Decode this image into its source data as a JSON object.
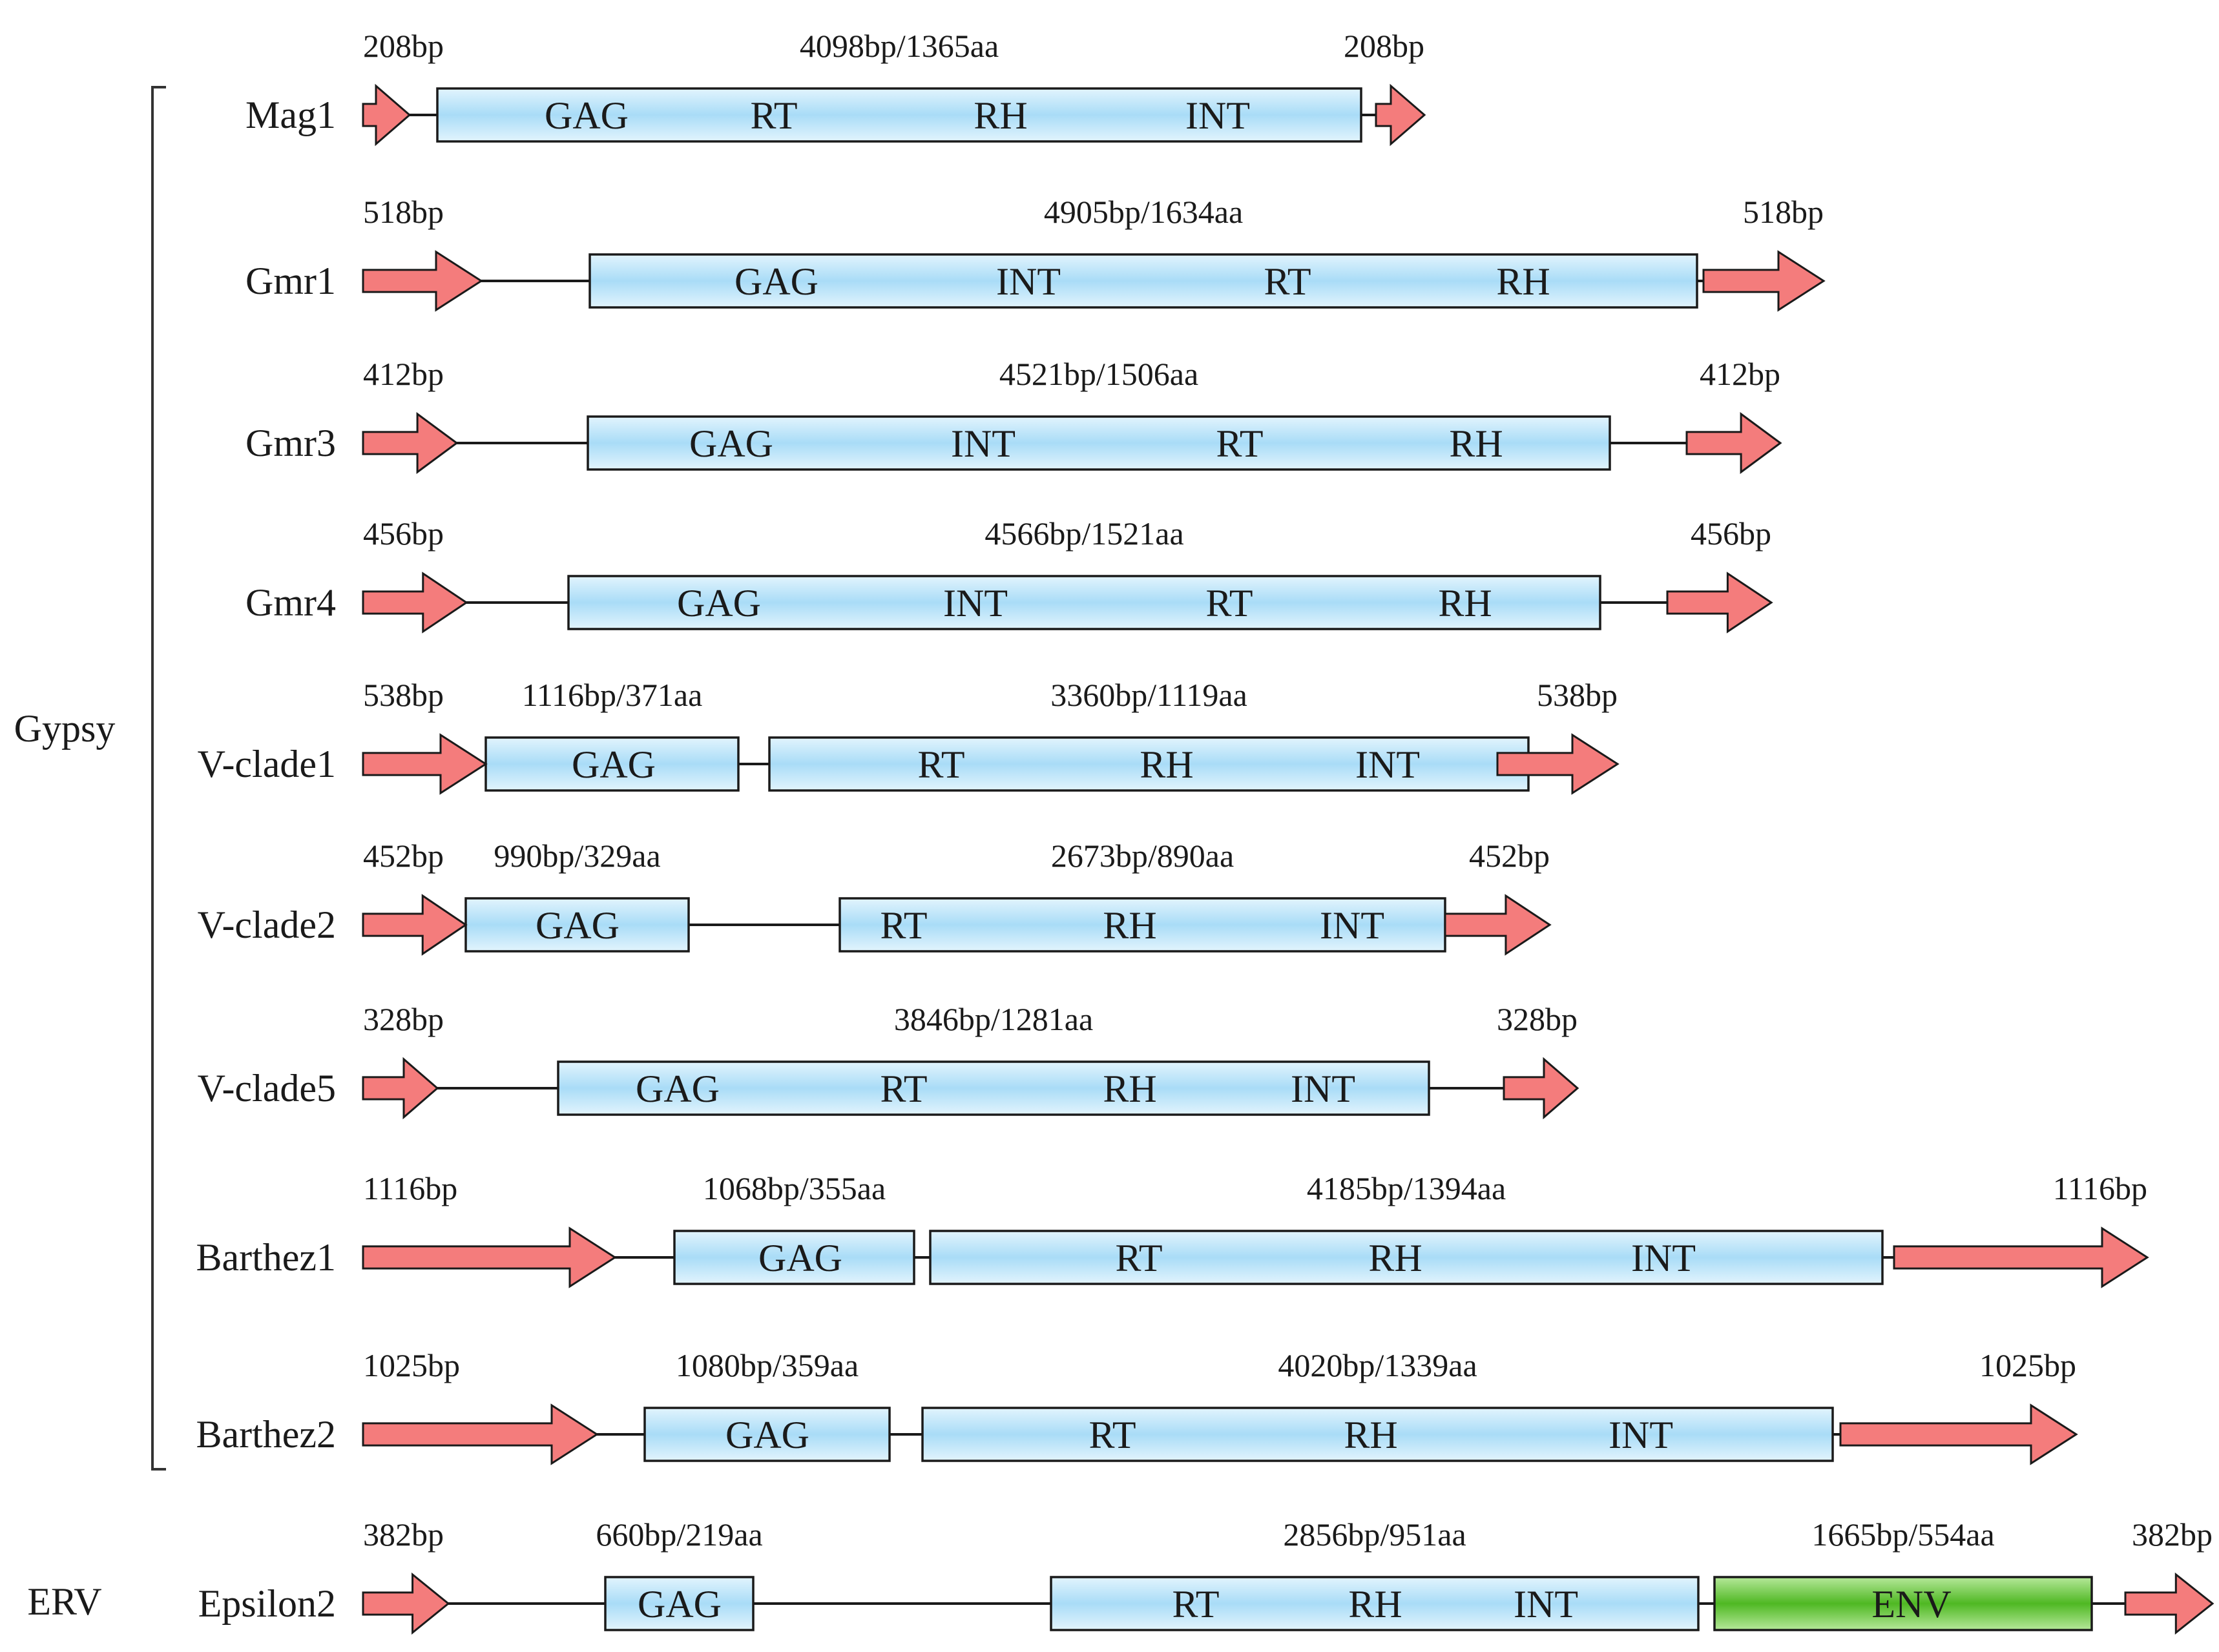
{
  "colors": {
    "ltr": "#f47c7c",
    "orf": "#bfe4fa",
    "env": "#63c234",
    "outline": "#1a1a1a"
  },
  "groups": [
    {
      "label": "Gypsy"
    },
    {
      "label": "ERV"
    }
  ],
  "elements": [
    {
      "name": "Mag1",
      "ltr_left": "208bp",
      "ltr_right": "208bp",
      "orfs": [
        {
          "size": "4098bp/1365aa",
          "domains": [
            "GAG",
            "RT",
            "RH",
            "INT"
          ],
          "kind": "orf"
        }
      ]
    },
    {
      "name": "Gmr1",
      "ltr_left": "518bp",
      "ltr_right": "518bp",
      "orfs": [
        {
          "size": "4905bp/1634aa",
          "domains": [
            "GAG",
            "INT",
            "RT",
            "RH"
          ],
          "kind": "orf"
        }
      ]
    },
    {
      "name": "Gmr3",
      "ltr_left": "412bp",
      "ltr_right": "412bp",
      "orfs": [
        {
          "size": "4521bp/1506aa",
          "domains": [
            "GAG",
            "INT",
            "RT",
            "RH"
          ],
          "kind": "orf"
        }
      ]
    },
    {
      "name": "Gmr4",
      "ltr_left": "456bp",
      "ltr_right": "456bp",
      "orfs": [
        {
          "size": "4566bp/1521aa",
          "domains": [
            "GAG",
            "INT",
            "RT",
            "RH"
          ],
          "kind": "orf"
        }
      ]
    },
    {
      "name": "V-clade1",
      "ltr_left": "538bp",
      "ltr_right": "538bp",
      "orfs": [
        {
          "size": "1116bp/371aa",
          "domains": [
            "GAG"
          ],
          "kind": "orf"
        },
        {
          "size": "3360bp/1119aa",
          "domains": [
            "RT",
            "RH",
            "INT"
          ],
          "kind": "orf"
        }
      ]
    },
    {
      "name": "V-clade2",
      "ltr_left": "452bp",
      "ltr_right": "452bp",
      "orfs": [
        {
          "size": "990bp/329aa",
          "domains": [
            "GAG"
          ],
          "kind": "orf"
        },
        {
          "size": "2673bp/890aa",
          "domains": [
            "RT",
            "RH",
            "INT"
          ],
          "kind": "orf"
        }
      ]
    },
    {
      "name": "V-clade5",
      "ltr_left": "328bp",
      "ltr_right": "328bp",
      "orfs": [
        {
          "size": "3846bp/1281aa",
          "domains": [
            "GAG",
            "RT",
            "RH",
            "INT"
          ],
          "kind": "orf"
        }
      ]
    },
    {
      "name": "Barthez1",
      "ltr_left": "1116bp",
      "ltr_right": "1116bp",
      "orfs": [
        {
          "size": "1068bp/355aa",
          "domains": [
            "GAG"
          ],
          "kind": "orf"
        },
        {
          "size": "4185bp/1394aa",
          "domains": [
            "RT",
            "RH",
            "INT"
          ],
          "kind": "orf"
        }
      ]
    },
    {
      "name": "Barthez2",
      "ltr_left": "1025bp",
      "ltr_right": "1025bp",
      "orfs": [
        {
          "size": "1080bp/359aa",
          "domains": [
            "GAG"
          ],
          "kind": "orf"
        },
        {
          "size": "4020bp/1339aa",
          "domains": [
            "RT",
            "RH",
            "INT"
          ],
          "kind": "orf"
        }
      ]
    },
    {
      "name": "Epsilon2",
      "ltr_left": "382bp",
      "ltr_right": "382bp",
      "orfs": [
        {
          "size": "660bp/219aa",
          "domains": [
            "GAG"
          ],
          "kind": "orf"
        },
        {
          "size": "2856bp/951aa",
          "domains": [
            "RT",
            "RH",
            "INT"
          ],
          "kind": "orf"
        },
        {
          "size": "1665bp/554aa",
          "domains": [
            "ENV"
          ],
          "kind": "env"
        }
      ]
    }
  ]
}
